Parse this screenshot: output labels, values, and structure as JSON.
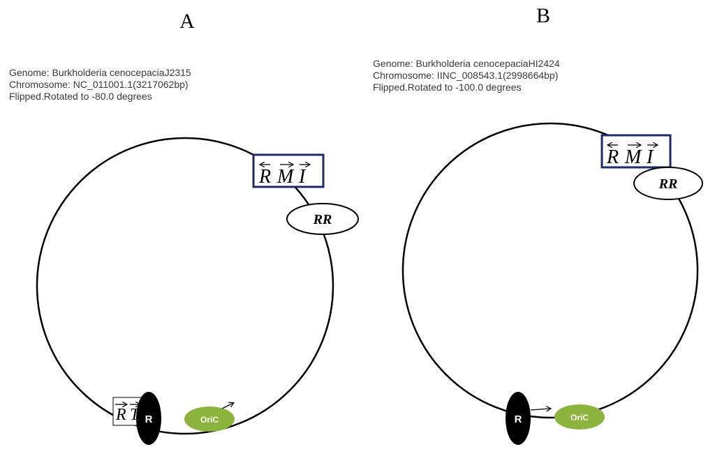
{
  "panels": [
    {
      "label": "A",
      "genome": "Genome: Burkholderia cenocepaciaJ2315",
      "chromosome": "Chromosome: NC_011001.1(3217062bp)",
      "rotation": "Flipped.Rotated to -80.0 degrees",
      "rmi_letters": [
        "R",
        "M",
        "I"
      ],
      "rr_label": "RR",
      "rt_letters": [
        "R",
        "T"
      ],
      "r_label": "R",
      "oric_label": "OriC"
    },
    {
      "label": "B",
      "genome": "Genome: Burkholderia cenocepaciaHI2424",
      "chromosome": "Chromosome: IINC_008543.1(2998664bp)",
      "rotation": "Flipped.Rotated to -100.0 degrees",
      "rmi_letters": [
        "R",
        "M",
        "I"
      ],
      "rr_label": "RR",
      "r_label": "R",
      "oric_label": "OriC"
    }
  ],
  "colors": {
    "rmi_box_border": "#1f2a6b",
    "oric_fill": "#8cb43c",
    "r_fill": "#000000",
    "circle_stroke": "#000000"
  }
}
